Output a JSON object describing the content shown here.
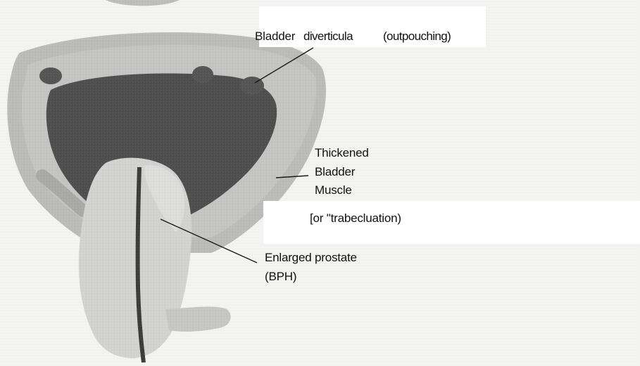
{
  "colors": {
    "background": "#f3f3f1",
    "bladder_wall": "#b9b9b7",
    "bladder_wall_light": "#cdcdcb",
    "bladder_lumen": "#4d4d4d",
    "prostate": "#cfcfcd",
    "urethra": "#3c3c3c",
    "leader_line": "#1a1a1a",
    "label_box": "#ffffff"
  },
  "labels": {
    "diverticula_word1": "Bladder",
    "diverticula_word2": "diverticula",
    "diverticula_word3": "(outpouching)",
    "muscle_line1": "Thickened",
    "muscle_line2": "Bladder",
    "muscle_line3": "Muscle",
    "muscle_note": "[or \"trabecluation)",
    "prostate_line1": "Enlarged prostate",
    "prostate_line2": "(BPH)"
  }
}
